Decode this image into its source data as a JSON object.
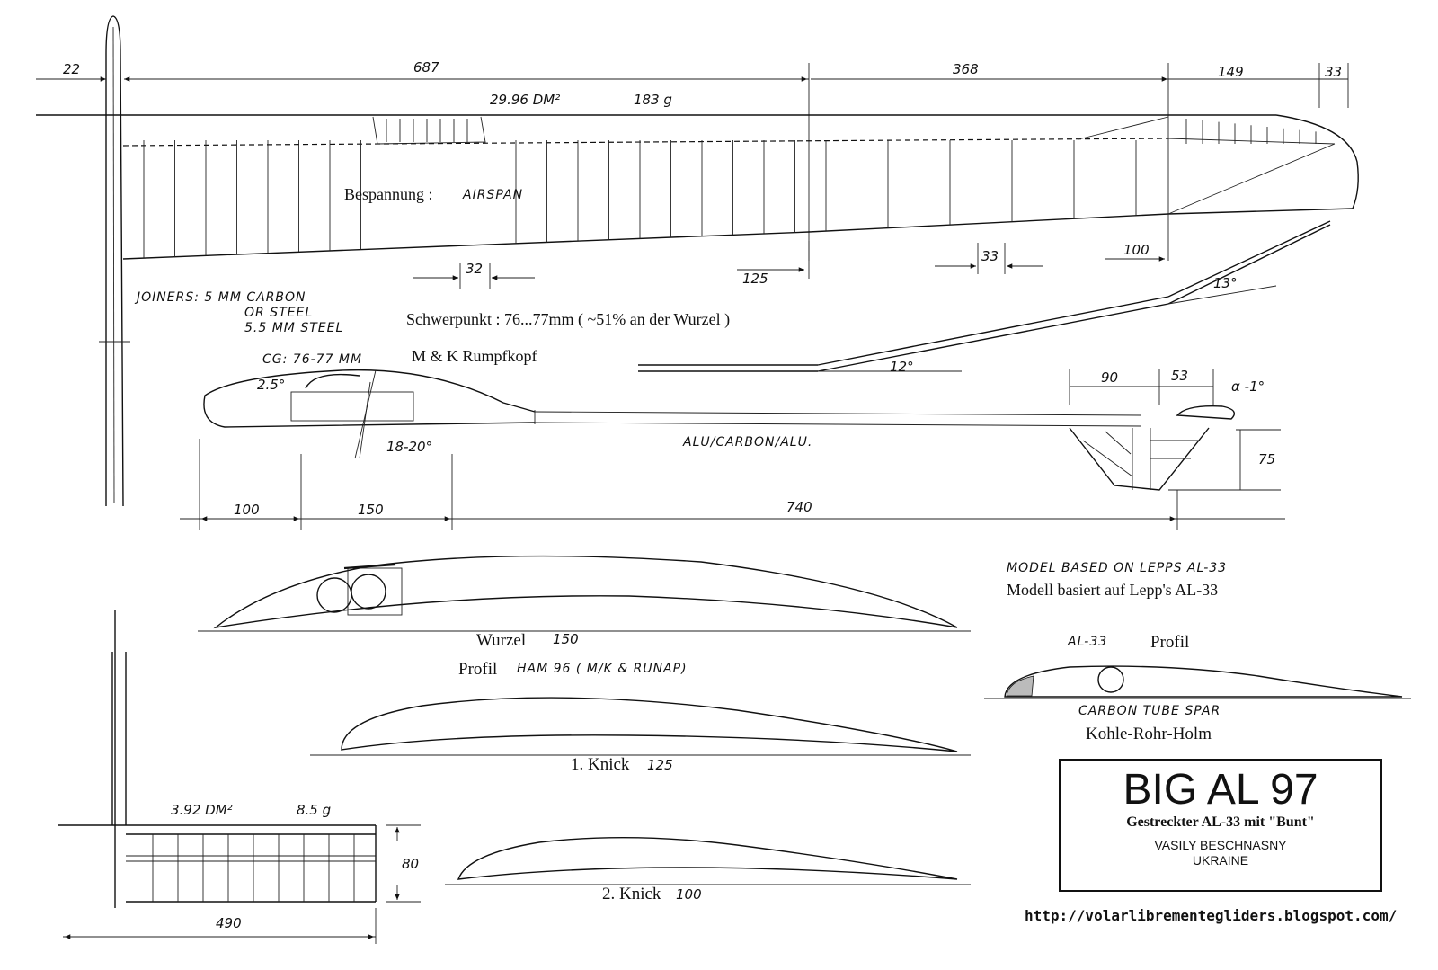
{
  "wing": {
    "dim_22": "22",
    "dim_687": "687",
    "dim_368": "368",
    "dim_149": "149",
    "dim_33_tip": "33",
    "area": "29.96 DM²",
    "weight": "183 g",
    "covering": "Bespannung :",
    "covering_material": "AIRSPAN",
    "dim_125": "125",
    "dim_33": "33",
    "dim_100": "100",
    "dim_32": "32",
    "angle_13": "13°",
    "angle_12": "12°"
  },
  "notes": {
    "joiners_1": "JOINERS:  5 MM CARBON",
    "joiners_2": "OR  STEEL",
    "joiners_3": "5.5 MM  STEEL",
    "cg_de": "Schwerpunkt : 76...77mm ( ~51% an der Wurzel )",
    "cg_en": "CG: 76-77 MM",
    "pod": "M & K Rumpfkopf",
    "based_en": "MODEL  BASED  ON  LEPPS   AL-33",
    "based_de": "Modell basiert auf Lepp's AL-33"
  },
  "fuselage": {
    "angle_25": "2.5°",
    "angle_1820": "18-20°",
    "boom": "ALU/CARBON/ALU.",
    "dim_100": "100",
    "dim_150": "150",
    "dim_740": "740",
    "dim_90": "90",
    "dim_53": "53",
    "alpha": "α -1°",
    "dim_75": "75"
  },
  "profiles": {
    "root_label": "Wurzel",
    "root_value": "150",
    "profil_label": "Profil",
    "profil_name": "HAM 96 ( M/K & RUNAP)",
    "knick1_label": "1. Knick",
    "knick1_value": "125",
    "knick2_label": "2. Knick",
    "knick2_value": "100",
    "al33_name": "AL-33",
    "al33_profil": "Profil",
    "spar_en": "CARBON  TUBE  SPAR",
    "spar_de": "Kohle-Rohr-Holm"
  },
  "stab": {
    "area": "3.92 DM²",
    "weight": "8.5 g",
    "dim_80": "80",
    "dim_490": "490"
  },
  "title_block": {
    "title": "BIG AL 97",
    "subtitle": "Gestreckter AL-33 mit \"Bunt\"",
    "author": "VASILY BESCHNASNY",
    "country": "UKRAINE"
  },
  "footer": {
    "url": "http://volarlibrementegliders.blogspot.com/"
  }
}
